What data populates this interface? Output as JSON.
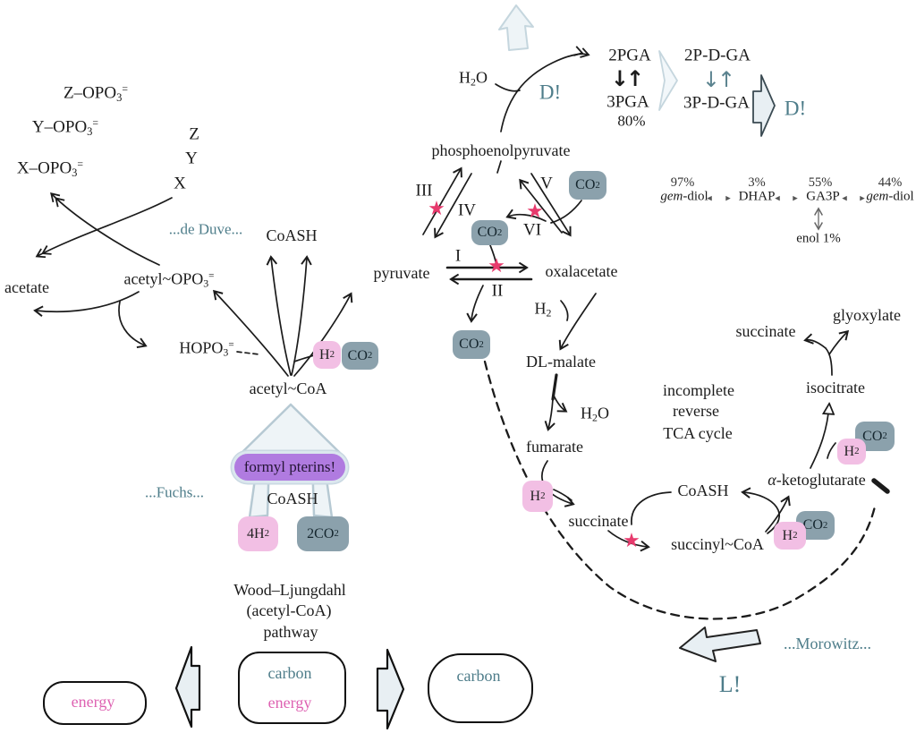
{
  "palette": {
    "teal": "#4e7d8a",
    "pink_text": "#de62b2",
    "star": "#e73a6d",
    "chip_pink": "#f2bfe4",
    "chip_gray": "#8ba1ac",
    "chip_purple": "#b07be0",
    "arrow_fill": "#e8eff3",
    "ink": "#1b1b1b"
  },
  "glyphs": {
    "star": "★",
    "down_up": "↓↑",
    "gap_left": "◂",
    "gap_right": "▸"
  },
  "labels": {
    "z_phos": {
      "pre": "Z–OPO",
      "sub": "3",
      "sup": "="
    },
    "y_phos": {
      "pre": "Y–OPO",
      "sub": "3",
      "sup": "="
    },
    "x_phos": {
      "pre": "X–OPO",
      "sub": "3",
      "sup": "="
    },
    "z": "Z",
    "y": "Y",
    "x": "X",
    "de_duve": "...de Duve...",
    "acetate": "acetate",
    "acetyl_phos": {
      "pre": "acetyl~OPO",
      "sub": "3",
      "sup": "="
    },
    "hopo": {
      "pre": "HOPO",
      "sub": "3",
      "sup": "="
    },
    "coash": "CoASH",
    "acetyl_coa": "acetyl~CoA",
    "formyl": "formyl pterins!",
    "fuchs": "...Fuchs...",
    "h4": {
      "pre": "4H",
      "sub": "2"
    },
    "co2x2": {
      "pre": "2CO",
      "sub": "2"
    },
    "h2": {
      "pre": "H",
      "sub": "2"
    },
    "co2": {
      "pre": "CO",
      "sub": "2"
    },
    "h2o": {
      "pre": "H",
      "sub": "2",
      "post": "O"
    },
    "wl1": "Wood–Ljungdahl",
    "wl2": "(acetyl-CoA)",
    "wl3": "pathway",
    "energy": "energy",
    "carbon": "carbon",
    "d_bang": "D!",
    "l_bang": "L!",
    "pga2": "2PGA",
    "pga3": "3PGA",
    "pct80": "80%",
    "pdga2": "2P-D-GA",
    "pdga3": "3P-D-GA",
    "pep": "phosphoenolpyruvate",
    "r1": "I",
    "r2": "II",
    "r3": "III",
    "r4": "IV",
    "r5": "V",
    "r6": "VI",
    "pyruvate": "pyruvate",
    "oxalacetate": "oxalacetate",
    "dl_malate": "DL-malate",
    "fumarate": "fumarate",
    "succinate": "succinate",
    "succinyl_coa": "succinyl~CoA",
    "akg": {
      "alpha": "α",
      "rest": "-ketoglutarate"
    },
    "isocitrate": "isocitrate",
    "glyoxylate": "glyoxylate",
    "itca1": "incomplete",
    "itca2": "reverse",
    "itca3": "TCA cycle",
    "pct97": "97%",
    "pct3": "3%",
    "pct55": "55%",
    "pct44": "44%",
    "gem_diol": {
      "italic": "gem",
      "rest": "-diol"
    },
    "dhap": "DHAP",
    "ga3p": "GA3P",
    "enol": "enol 1%",
    "morowitz": "...Morowitz..."
  }
}
